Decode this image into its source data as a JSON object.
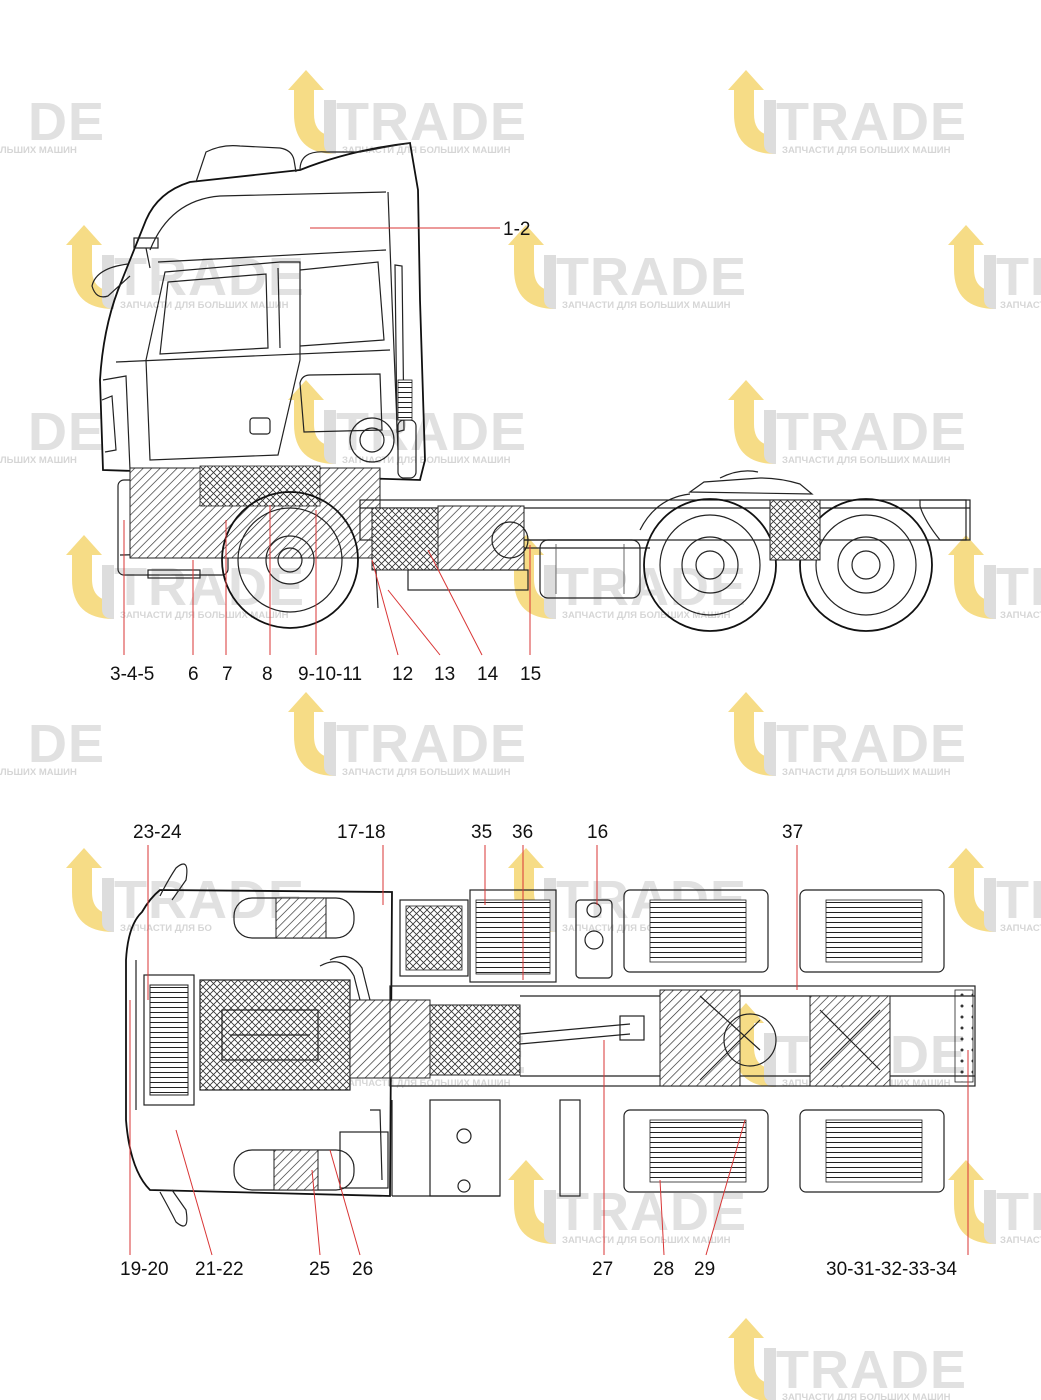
{
  "watermark": {
    "brand": "TRADE",
    "subtitle": "ЗАПЧАСТИ ДЛЯ БОЛЬШИХ МАШИН",
    "fragments": [
      "DE",
      "ЛЬШИХ МАШИН",
      "ЗАПЧАСТИ ДЛЯ БО",
      "ЗАПЧАСТИ",
      "ЗАПЧАСТИ ДЛЯ БОЛЬШ"
    ],
    "colors": {
      "text": "#e1e1e1",
      "logo_gold": "#f6dc86",
      "logo_gray": "#dddddd"
    }
  },
  "side_view": {
    "callouts": [
      "1-2",
      "3-4-5",
      "6",
      "7",
      "8",
      "9-10-11",
      "12",
      "13",
      "14",
      "15"
    ]
  },
  "top_view": {
    "callouts": [
      "23-24",
      "17-18",
      "35",
      "36",
      "16",
      "37",
      "19-20",
      "21-22",
      "25",
      "26",
      "27",
      "28",
      "29",
      "30-31-32-33-34"
    ]
  },
  "colors": {
    "leader_line": "#d93535",
    "line_art": "#222222",
    "background": "#ffffff"
  }
}
